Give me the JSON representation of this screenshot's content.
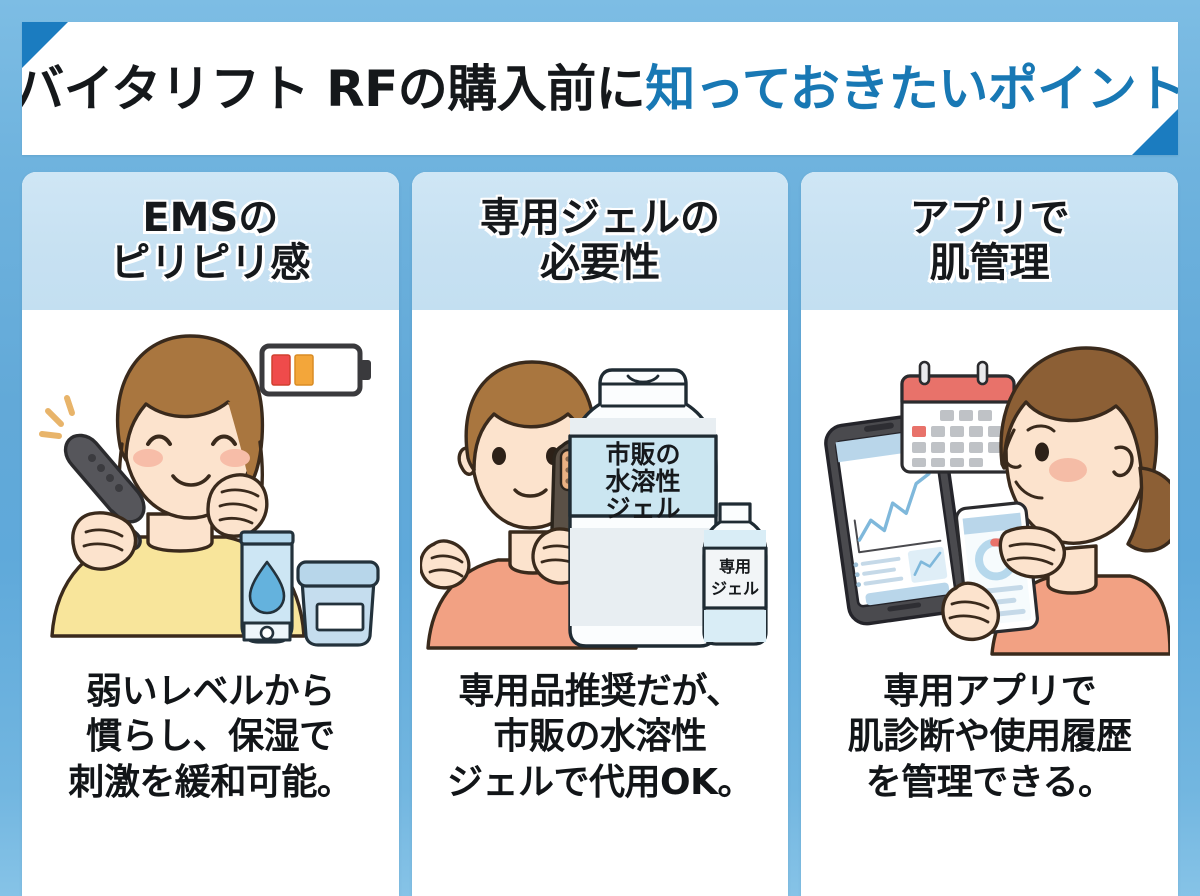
{
  "page": {
    "background_top_color": "#7dbde4",
    "background_bottom_color": "#86c3e7"
  },
  "title": {
    "full": "バイタリフト RFの購入前に知っておきたいポイント",
    "part_black": "バイタリフト RFの購入前に",
    "part_blue": "知っておきたいポイント",
    "black_color": "#15181b",
    "blue_color": "#1878b4",
    "corner_accent_color": "#1b7cc0"
  },
  "cards": [
    {
      "id": "ems-tingling",
      "header": "EMSの\nピリピリ感",
      "caption": "弱いレベルから\n慣らし、保湿で\n刺激を緩和可能。",
      "illustration": {
        "name": "woman-using-rf-device-with-battery-and-moisturizers",
        "elements": [
          "woman",
          "rf-device",
          "battery-icon",
          "gel-tube",
          "cream-jar",
          "spark-lines"
        ],
        "sweater_color": "#f8e59b",
        "hair_color": "#a9763f",
        "skin_color": "#fce3cd",
        "device_color": "#5a5a5e",
        "battery_bar_1_color": "#ef4b4b",
        "battery_bar_2_color": "#f3a63a",
        "tube_color": "#cde6f4",
        "jar_color": "#c5ddee"
      }
    },
    {
      "id": "dedicated-gel",
      "header": "専用ジェルの\n必要性",
      "caption": "専用品推奨だが、\n市販の水溶性\nジェルで代用OK。",
      "illustration": {
        "name": "woman-holding-device-with-gel-bottles",
        "elements": [
          "woman",
          "rf-device",
          "large-bottle",
          "small-bottle"
        ],
        "large_bottle_label": "市販の\n水溶性\nジェル",
        "small_bottle_label": "専用\nジェル",
        "top_color": "#f2a183",
        "hair_color": "#a9763f",
        "skin_color": "#fce3cd",
        "device_color": "#5a5046",
        "bottle_label_color": "#cde6f1"
      }
    },
    {
      "id": "app-skin-management",
      "header": "アプリで\n肌管理",
      "caption": "専用アプリで\n肌診断や使用履歴\nを管理できる。",
      "illustration": {
        "name": "woman-using-smartphone-app-with-calendar-and-charts",
        "elements": [
          "woman-profile",
          "large-phone",
          "small-phone",
          "calendar",
          "line-chart",
          "donut-chart"
        ],
        "top_color": "#f2a183",
        "hair_color": "#8c5f35",
        "skin_color": "#fce3cd",
        "phone_body_color": "#4a4a4e",
        "calendar_header_color": "#e8726a",
        "chart_accent_color": "#8fc3e2"
      }
    }
  ]
}
